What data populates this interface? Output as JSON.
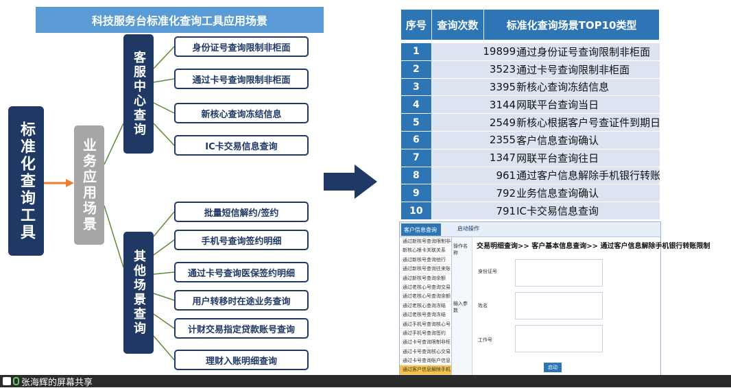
{
  "left_panel": {
    "title": "科技服务台标准化查询工具应用场景",
    "main_tool": "标准化查询工具",
    "business_scene": "业务应用场景",
    "cs_query": "客服中心查询",
    "other_query": "其他场景查询",
    "cs_items": [
      "身份证号查询限制非柜面",
      "通过卡号查询限制非柜面",
      "新核心查询冻结信息",
      "IC卡交易信息查询"
    ],
    "other_items": [
      "批量短信解约/签约",
      "手机号查询签约明细",
      "通过卡号查询医保签约明细",
      "用户转移时在途业务查询",
      "计财交易指定贷款账号查询",
      "理财入账明细查询"
    ]
  },
  "table": {
    "headers": [
      "序号",
      "查询次数",
      "标准化查询场景TOP10类型"
    ],
    "rows": [
      {
        "no": "1",
        "count": "19899",
        "type": "通过身份证号查询限制非柜面"
      },
      {
        "no": "2",
        "count": "3523",
        "type": "通过卡号查询限制非柜面"
      },
      {
        "no": "3",
        "count": "3395",
        "type": "新核心查询冻结信息"
      },
      {
        "no": "4",
        "count": "3144",
        "type": "网联平台查询当日"
      },
      {
        "no": "5",
        "count": "2549",
        "type": "新核心根据客户号查证件到期日"
      },
      {
        "no": "6",
        "count": "2355",
        "type": "客户信息查询确认"
      },
      {
        "no": "7",
        "count": "1347",
        "type": "网联平台查询往日"
      },
      {
        "no": "8",
        "count": "961",
        "type": "通过客户信息解除手机银行转账限制"
      },
      {
        "no": "9",
        "count": "792",
        "type": "业务信息查询确认"
      },
      {
        "no": "10",
        "count": "791",
        "type": "IC卡交易信息查询"
      }
    ]
  },
  "screenshot": {
    "tab_label": "客户信息查询",
    "start_label": "启动操作",
    "breadcrumb": "交易明细查询>> 客户基本信息查询>> 通过客户信息解除手机银行转账限制",
    "side_label_top": "操作名称",
    "side_label_mid": "输入参数",
    "side_items": [
      "通过新核号查询限制非柜",
      "新核心根卡关联关系",
      "通过新核号查询他行",
      "通过新核号查询往来账",
      "通过新核号查询余额",
      "通过老核心号查询交易",
      "通过老核心号查询余额",
      "通过老核心查询冻结",
      "通过老核号查询冻结",
      "通过手机号查询核心号",
      "通过手机号查询签约",
      "通过卡号查询限制非柜",
      "通过卡号查询核心交易",
      "通过卡号查询账户信息",
      "通过客户信息解除手机"
    ],
    "field_labels": [
      "身份证号",
      "姓名",
      "工作号"
    ],
    "button_label": "启动"
  },
  "status_bar": {
    "text": "张海辉的屏幕共享"
  },
  "colors": {
    "navy": "#1f3864",
    "blue": "#2e75b6",
    "light_blue": "#5b9bd5",
    "gray": "#a6a6a6",
    "orange": "#ed7d31",
    "row_bg": "#dbe4f0"
  }
}
